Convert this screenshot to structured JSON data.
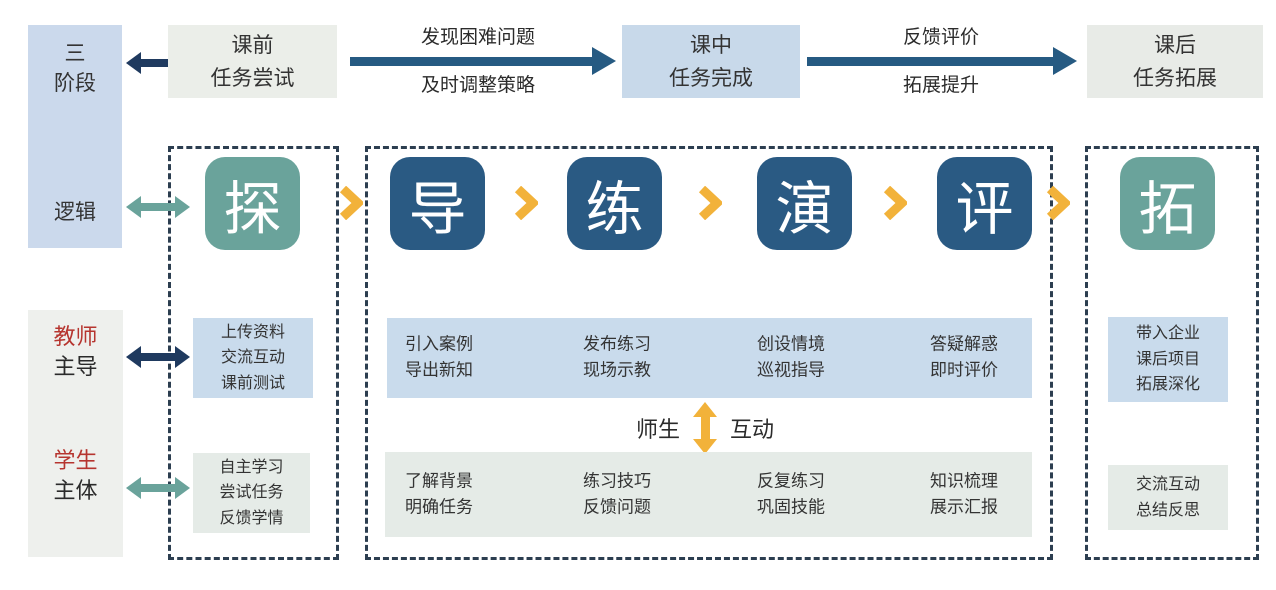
{
  "colors": {
    "navy": "#1F3A5F",
    "steel": "#265A82",
    "navy_box": "#2A5A83",
    "teal": "#6AA39B",
    "yellow": "#F2B23A",
    "band_blue": "#C9DBEC",
    "band_gray": "#E5EBE7",
    "fill_pre": "#EBEEE9",
    "fill_in": "#C8D9EA",
    "fill_post": "#E8EBE7",
    "label_box": "#CBD9EC",
    "panel_gray": "#EEF0ED",
    "dash": "#2C3E50",
    "red": "#B6352F"
  },
  "stage_column": {
    "stages_line1": "三",
    "stages_line2": "阶段",
    "logic_label": "逻辑"
  },
  "top_flow": {
    "pre_class": {
      "line1": "课前",
      "line2": "任务尝试"
    },
    "arrow1_top": "发现困难问题",
    "arrow1_bottom": "及时调整策略",
    "in_class": {
      "line1": "课中",
      "line2": "任务完成"
    },
    "arrow2_top": "反馈评价",
    "arrow2_bottom": "拓展提升",
    "post_class": {
      "line1": "课后",
      "line2": "任务拓展"
    }
  },
  "logic_flow": {
    "steps": [
      {
        "char": "探"
      },
      {
        "char": "导"
      },
      {
        "char": "练"
      },
      {
        "char": "演"
      },
      {
        "char": "评"
      },
      {
        "char": "拓"
      }
    ]
  },
  "roles": {
    "teacher_line1": "教师",
    "teacher_line2": "主导",
    "student_line1": "学生",
    "student_line2": "主体"
  },
  "pre_stage": {
    "teacher_tasks": [
      "上传资料",
      "交流互动",
      "课前测试"
    ],
    "student_tasks": [
      "自主学习",
      "尝试任务",
      "反馈学情"
    ]
  },
  "in_stage": {
    "teacher_cells": [
      [
        "引入案例",
        "导出新知"
      ],
      [
        "发布练习",
        "现场示教"
      ],
      [
        "创设情境",
        "巡视指导"
      ],
      [
        "答疑解惑",
        "即时评价"
      ]
    ],
    "interaction_left": "师生",
    "interaction_right": "互动",
    "student_cells": [
      [
        "了解背景",
        "明确任务"
      ],
      [
        "练习技巧",
        "反馈问题"
      ],
      [
        "反复练习",
        "巩固技能"
      ],
      [
        "知识梳理",
        "展示汇报"
      ]
    ]
  },
  "post_stage": {
    "teacher_tasks": [
      "带入企业",
      "课后项目",
      "拓展深化"
    ],
    "student_tasks": [
      "交流互动",
      "总结反思"
    ]
  }
}
